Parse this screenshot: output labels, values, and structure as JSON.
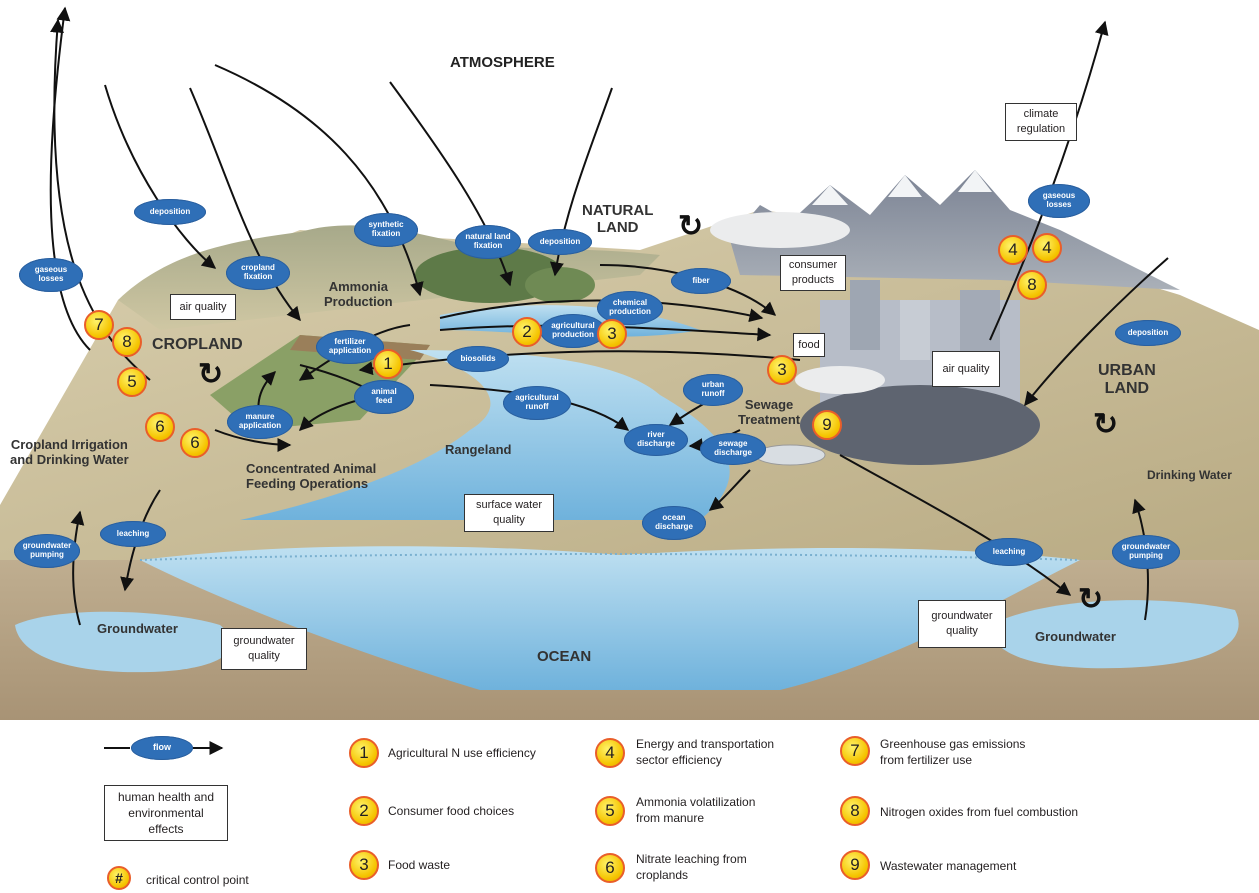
{
  "regions": {
    "atmosphere": "ATMOSPHERE",
    "natural_land": "NATURAL\nLAND",
    "cropland": "CROPLAND",
    "urban_land": "URBAN\nLAND",
    "ocean": "OCEAN",
    "groundwater_left": "Groundwater",
    "groundwater_right": "Groundwater",
    "rangeland": "Rangeland",
    "ammonia_production": "Ammonia\nProduction",
    "cafo": "Concentrated Animal\nFeeding Operations",
    "sewage_treatment": "Sewage\nTreatment",
    "cropland_irrigation": "Cropland Irrigation\nand Drinking Water",
    "drinking_water": "Drinking Water"
  },
  "effect_boxes": {
    "air_quality_left": "air quality",
    "air_quality_urban": "air quality",
    "climate_regulation": "climate\nregulation",
    "consumer_products": "consumer\nproducts",
    "food": "food",
    "surface_water_quality": "surface water\nquality",
    "groundwater_quality_left": "groundwater\nquality",
    "groundwater_quality_right": "groundwater\nquality"
  },
  "flows": {
    "deposition_left": "deposition",
    "gaseous_losses_left": "gaseous\nlosses",
    "cropland_fixation": "cropland\nfixation",
    "synthetic_fixation": "synthetic\nfixation",
    "natural_land_fixation": "natural land\nfixation",
    "deposition_center": "deposition",
    "fiber": "fiber",
    "chemical_production": "chemical\nproduction",
    "agricultural_production": "agricultural\nproduction",
    "fertilizer_application": "fertilizer\napplication",
    "biosolids": "biosolids",
    "animal_feed": "animal\nfeed",
    "manure_application": "manure\napplication",
    "agricultural_runoff": "agricultural\nrunoff",
    "urban_runoff": "urban\nrunoff",
    "river_discharge": "river\ndischarge",
    "sewage_discharge": "sewage\ndischarge",
    "ocean_discharge": "ocean\ndischarge",
    "leaching_left": "leaching",
    "groundwater_pumping_left": "groundwater\npumping",
    "gaseous_losses_right": "gaseous\nlosses",
    "deposition_right": "deposition",
    "leaching_right": "leaching",
    "groundwater_pumping_right": "groundwater\npumping"
  },
  "control_points_on_map": [
    "1",
    "2",
    "3",
    "3",
    "4",
    "4",
    "5",
    "6",
    "6",
    "7",
    "8",
    "8",
    "9"
  ],
  "legend": {
    "flow_label": "flow",
    "effects_label": "human health and\nenvironmental\neffects",
    "ccp_symbol": "#",
    "ccp_label": "critical control point",
    "items": [
      {
        "num": "1",
        "text": "Agricultural N use efficiency"
      },
      {
        "num": "2",
        "text": "Consumer food choices"
      },
      {
        "num": "3",
        "text": "Food waste"
      },
      {
        "num": "4",
        "text": "Energy and transportation\nsector efficiency"
      },
      {
        "num": "5",
        "text": "Ammonia volatilization\nfrom manure"
      },
      {
        "num": "6",
        "text": "Nitrate leaching from\ncroplands"
      },
      {
        "num": "7",
        "text": "Greenhouse gas emissions\nfrom fertilizer use"
      },
      {
        "num": "8",
        "text": "Nitrogen oxides from fuel combustion"
      },
      {
        "num": "9",
        "text": "Wastewater management"
      }
    ]
  },
  "colors": {
    "flow_fill": "#2f6fb7",
    "ccp_fill": "#f5c400",
    "ccp_ring": "#e95e2a",
    "water": "#a9d3ea",
    "land": "#cdbf9a"
  }
}
